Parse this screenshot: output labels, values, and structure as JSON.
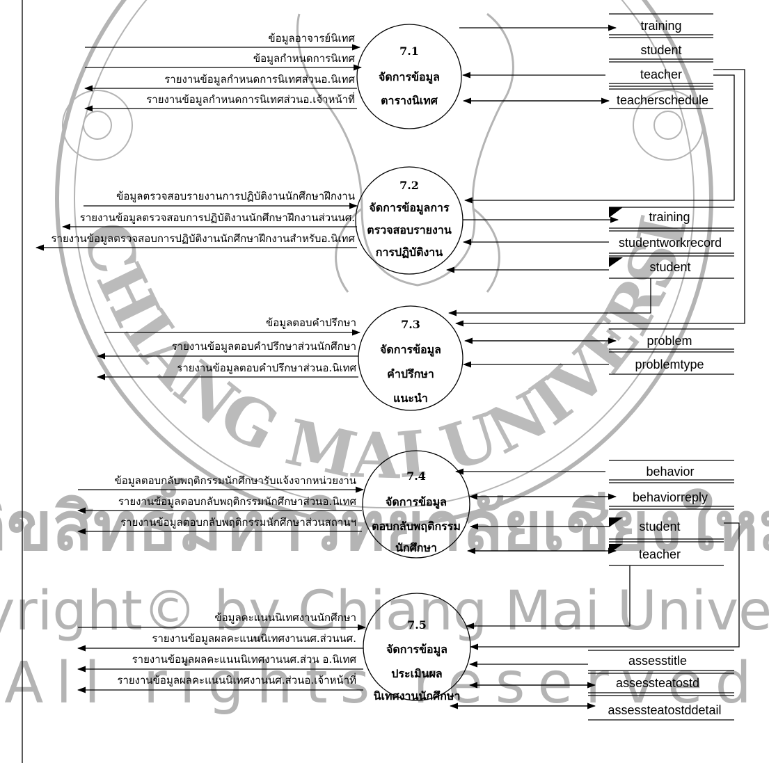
{
  "watermark": {
    "upper_arc": "CHIANG MAI UNIVERSITY",
    "line_thai": "ลิขสิทธิ์มหาวิทยาลัยเชียงใหม่",
    "line_copyright": "Copyright© by Chiang Mai University",
    "line_rights": "All rights reserved",
    "color": "#b4b4b4"
  },
  "processes": [
    {
      "id": "7.1",
      "lines": [
        "จัดการข้อมูล",
        "ตารางนิเทศ"
      ]
    },
    {
      "id": "7.2",
      "lines": [
        "จัดการข้อมูลการ",
        "ตรวจสอบรายงาน",
        "การปฏิบัติงาน"
      ]
    },
    {
      "id": "7.3",
      "lines": [
        "จัดการข้อมูล",
        "คำปรึกษา",
        "แนะนำ"
      ]
    },
    {
      "id": "7.4",
      "lines": [
        "จัดการข้อมูล",
        "ตอบกลับพฤติกรรม",
        "นักศึกษา"
      ]
    },
    {
      "id": "7.5",
      "lines": [
        "จัดการข้อมูล",
        "ประเมินผล",
        "นิเทศงานนักศึกษา"
      ]
    }
  ],
  "external_flows": [
    "ข้อมูลอาจารย์นิเทศ",
    "ข้อมูลกำหนดการนิเทศ",
    "รายงานข้อมูลกำหนดการนิเทศส่วนอ.นิเทศ",
    "รายงานข้อมูลกำหนดการนิเทศส่วนอ.เจ้าหน้าที่",
    "ข้อมูลตรวจสอบรายงานการปฏิบัติงานนักศึกษาฝึกงาน",
    "รายงานข้อมูลตรวจสอบการปฏิบัติงานนักศึกษาฝึกงานส่วนนศ.",
    "รายงานข้อมูลตรวจสอบการปฏิบัติงานนักศึกษาฝึกงานสำหรับอ.นิเทศ",
    "ข้อมูลตอบคำปรึกษา",
    "รายงานข้อมูลตอบคำปรึกษาส่วนนักศึกษา",
    "รายงานข้อมูลตอบคำปรึกษาส่วนอ.นิเทศ",
    "ข้อมูลตอบกลับพฤติกรรมนักศึกษารับแจ้งจากหน่วยงาน",
    "รายงานข้อมูลตอบกลับพฤติกรรมนักศึกษาส่วนอ.นิเทศ",
    "รายงานข้อมูลตอบกลับพฤติกรรมนักศึกษาส่วนสถานฯ",
    "ข้อมูลคะแนนนิเทศงานนักศึกษา",
    "รายงานข้อมูลผลคะแนนนิเทศงานนศ.ส่วนนศ.",
    "รายงานข้อมูลผลคะแนนนิเทศงานนศ.ส่วน อ.นิเทศ",
    "รายงานข้อมูลผลคะแนนนิเทศงานนศ.ส่วนอ.เจ้าหน้าที่"
  ],
  "data_stores": [
    "training",
    "student",
    "teacher",
    "teacherschedule",
    "training",
    "studentworkrecord",
    "student",
    "problem",
    "problemtype",
    "behavior",
    "behaviorreply",
    "student",
    "teacher",
    "assesstitle",
    "assessteatostd",
    "assessteatostddetail"
  ]
}
